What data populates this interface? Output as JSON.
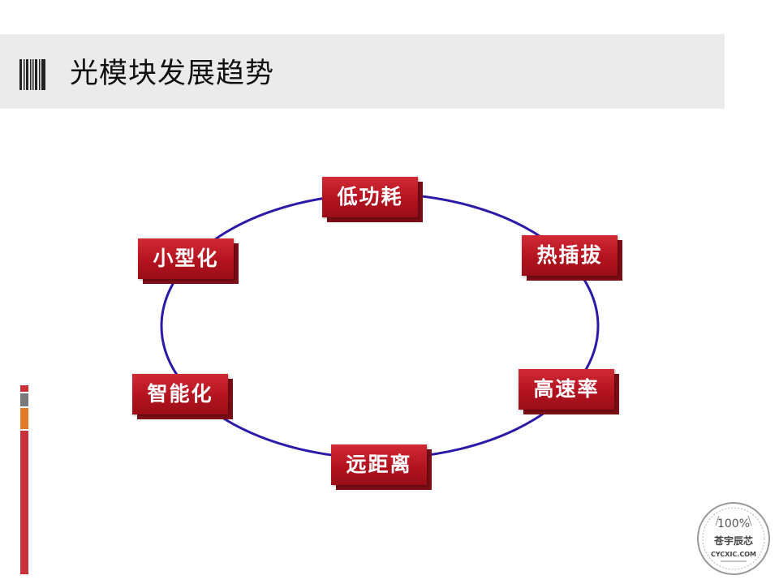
{
  "header": {
    "title": "光模块发展趋势",
    "icon": "barcode-icon"
  },
  "diagram": {
    "type": "cycle",
    "ring_color": "#2b1aa8",
    "box_color": "#b3131f",
    "nodes": [
      {
        "id": "top",
        "label": "低功耗"
      },
      {
        "id": "upper-right",
        "label": "热插拔"
      },
      {
        "id": "lower-right",
        "label": "高速率"
      },
      {
        "id": "bottom",
        "label": "远距离"
      },
      {
        "id": "lower-left",
        "label": "智能化"
      },
      {
        "id": "upper-left",
        "label": "小型化"
      }
    ]
  },
  "watermark": {
    "percent": "100%",
    "name": "苍宇辰芯",
    "site": "CYCXIC.COM"
  },
  "accent_colors": {
    "strip_red": "#c8313a",
    "strip_gray": "#7a7a7a",
    "strip_orange": "#e07a2a"
  }
}
